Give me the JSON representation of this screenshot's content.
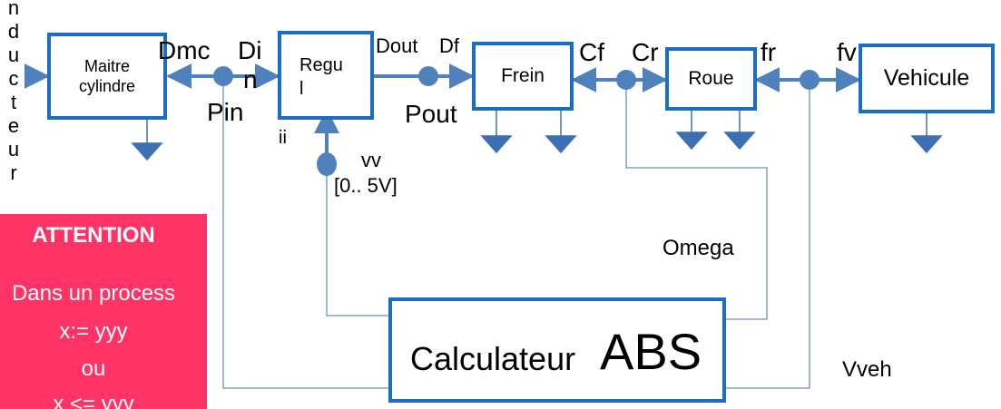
{
  "vertical_word": "nducteur",
  "blocks": {
    "maitre": [
      "Maitre",
      "cylindre"
    ],
    "regul": [
      "Regu",
      "l"
    ],
    "frein": "Frein",
    "roue": "Roue",
    "vehicule": "Vehicule",
    "calculateur": "Calculateur",
    "abs": "ABS"
  },
  "signals": {
    "dmc": "Dmc",
    "din_top": "Di",
    "din_bottom": "n",
    "pin": "Pin",
    "ii": "ii",
    "vv": "vv",
    "vv_range": "[0.. 5V]",
    "dout": "Dout",
    "df": "Df",
    "pout": "Pout",
    "cf": "Cf",
    "cr": "Cr",
    "fr": "fr",
    "fv": "fv",
    "omega": "Omega",
    "vveh": "Vveh"
  },
  "attention": {
    "heading": "ATTENTION",
    "line1": "Dans un process",
    "line2": "x:= yyy",
    "line3": "ou",
    "line4": "x <= yyy"
  },
  "colors": {
    "block_border": "#1a6fc4",
    "wire": "#4f81bd",
    "feedback_wire": "#6d8fbf",
    "ground": "#3d6fb3",
    "attention_bg": "#ff3366"
  }
}
